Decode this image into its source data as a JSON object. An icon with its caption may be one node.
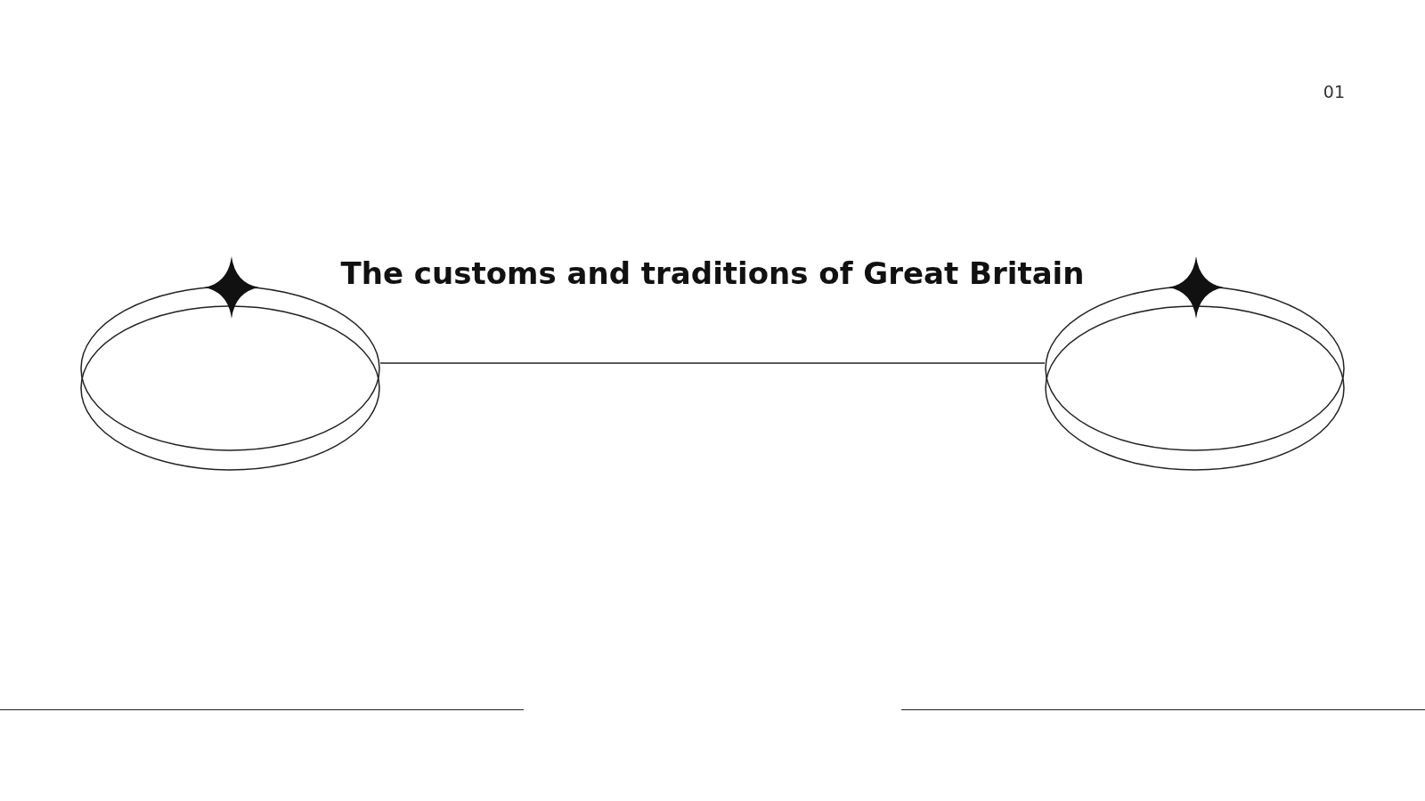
{
  "diagram": {
    "title": "The customs and traditions of Great Britain",
    "nodes": [
      {
        "text": [],
        "shape": "ellipse"
      },
      {
        "text": [],
        "shape": "ellipse"
      }
    ],
    "edges": [
      {
        "from": 0,
        "to": 1,
        "arrow": "none"
      }
    ],
    "labels": [
      "01"
    ]
  }
}
